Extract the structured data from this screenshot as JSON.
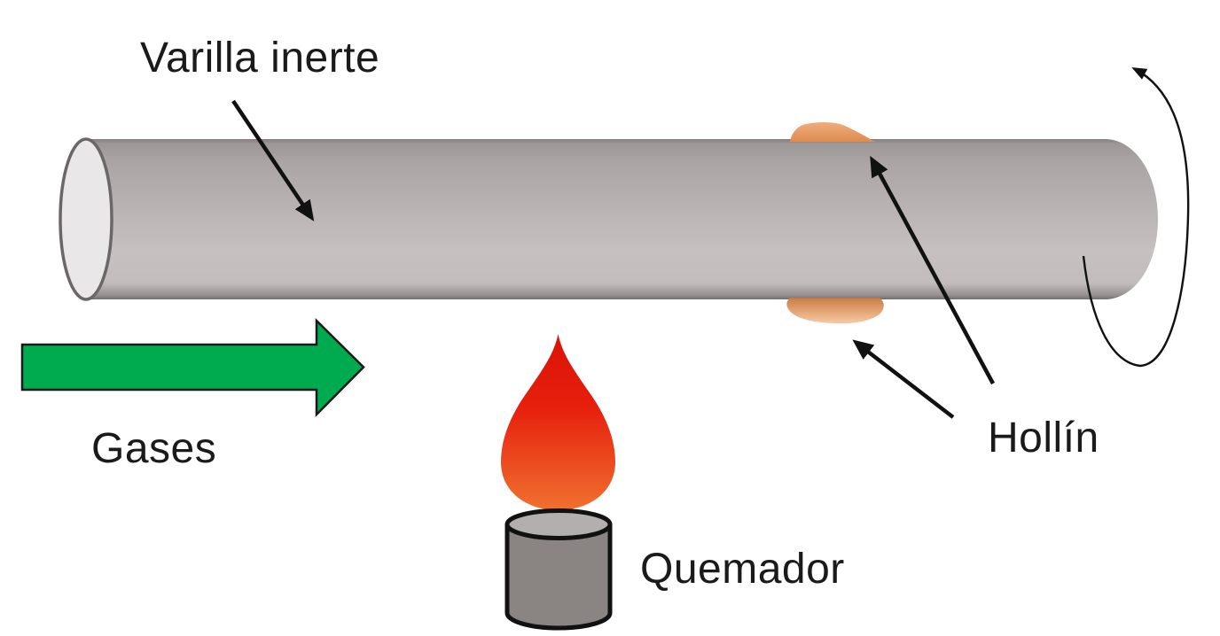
{
  "diagram": {
    "labels": {
      "rod": "Varilla inerte",
      "gas_flow": "Gases",
      "soot": "Hollín",
      "burner": "Quemador"
    },
    "colors": {
      "gas_arrow": "#00AB50",
      "gas_arrow_outline": "#1A1A1A",
      "rod_dark": "#857F80",
      "rod_mid": "#ABA5A6",
      "rod_light": "#C6C0C1",
      "rod_edge": "#716C6D",
      "rod_cap_fill": "#E9E7E7",
      "rod_cap_stroke": "#6B6667",
      "soot_dark": "#CC7D43",
      "soot_mid": "#DE8B4E",
      "soot_light": "#F7CBA6",
      "soot_top_light": "#F0AD7E",
      "flame_red": "#DA1207",
      "flame_mid_red": "#E6200D",
      "flame_orange": "#F0712F",
      "burner_body": "#8A8483",
      "burner_top": "#B3AFAE",
      "arrow_black": "#111111",
      "text_black": "#1A1A1A"
    }
  }
}
